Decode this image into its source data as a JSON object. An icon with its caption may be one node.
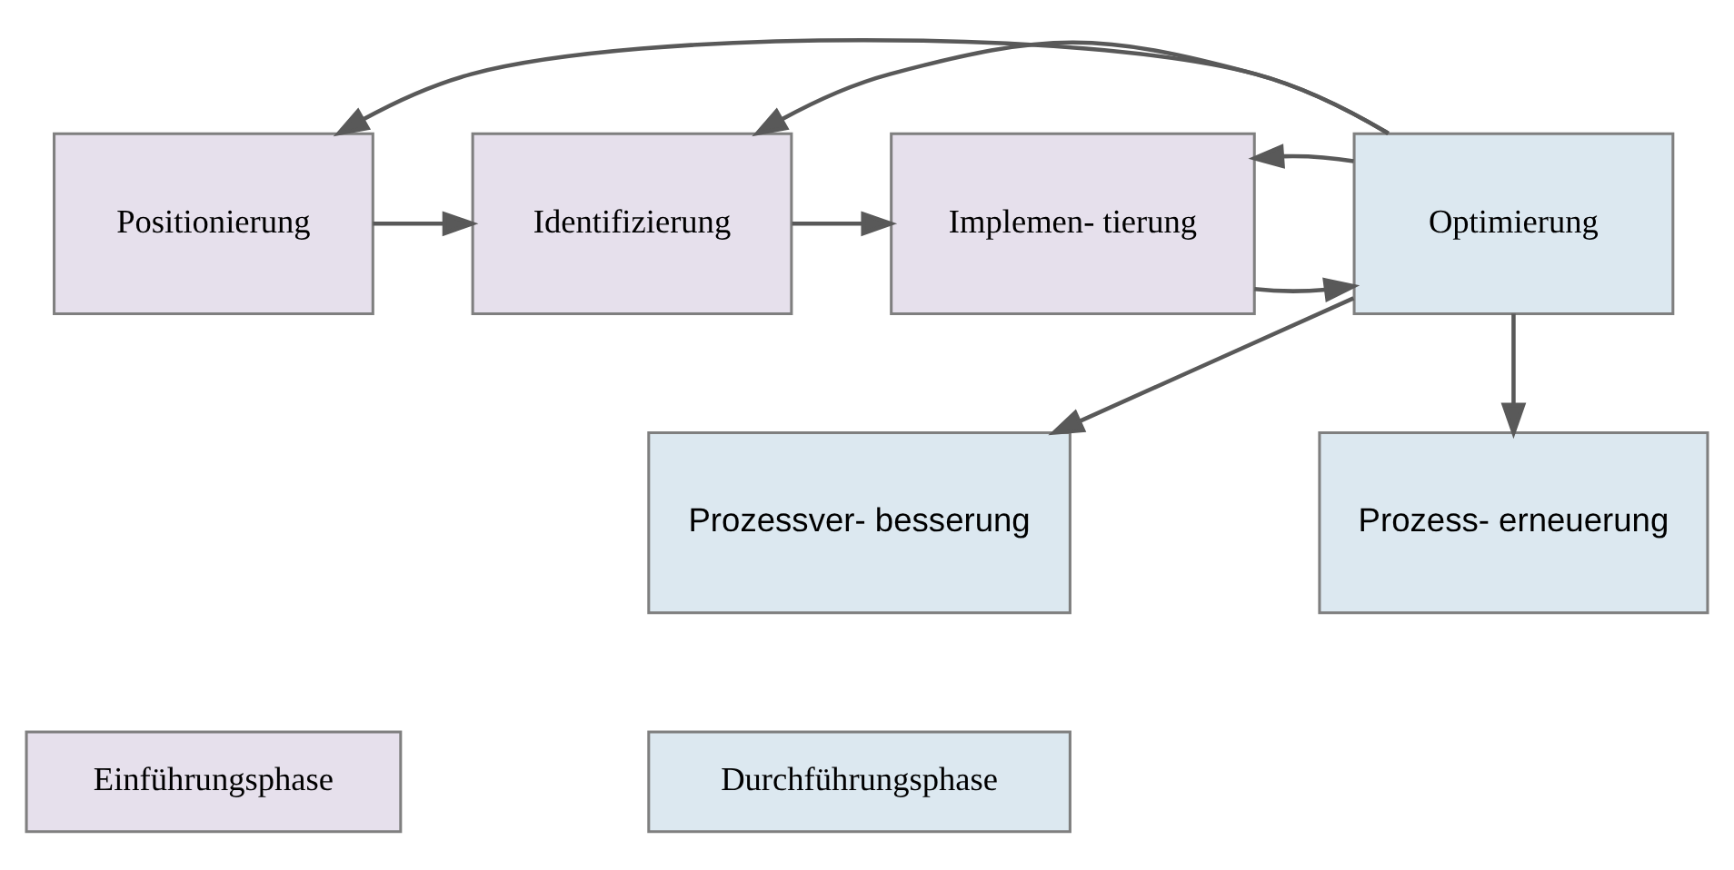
{
  "diagram": {
    "nodes": [
      {
        "text": [
          "Positionierung"
        ]
      },
      {
        "text": [
          "Identifizierung"
        ]
      },
      {
        "text": [
          "Implemen- tierung"
        ]
      },
      {
        "text": [
          "Optimierung"
        ]
      },
      {
        "text": [
          "Prozessver- besserung"
        ]
      },
      {
        "text": [
          "Prozess- erneuerung"
        ]
      },
      {
        "text": [
          "Einführungsphase"
        ]
      },
      {
        "text": [
          "Durchführungsphase"
        ]
      }
    ],
    "edges": [
      {
        "from": 0,
        "to": 1,
        "arrow": "to"
      },
      {
        "from": 1,
        "to": 2,
        "arrow": "to"
      },
      {
        "from": 2,
        "to": 3,
        "arrow": "to"
      },
      {
        "from": 3,
        "to": 0,
        "arrow": "to"
      },
      {
        "from": 3,
        "to": 1,
        "arrow": "to"
      },
      {
        "from": 3,
        "to": 2,
        "arrow": "to"
      },
      {
        "from": 3,
        "to": 4,
        "arrow": "to"
      },
      {
        "from": 3,
        "to": 5,
        "arrow": "to"
      }
    ]
  }
}
